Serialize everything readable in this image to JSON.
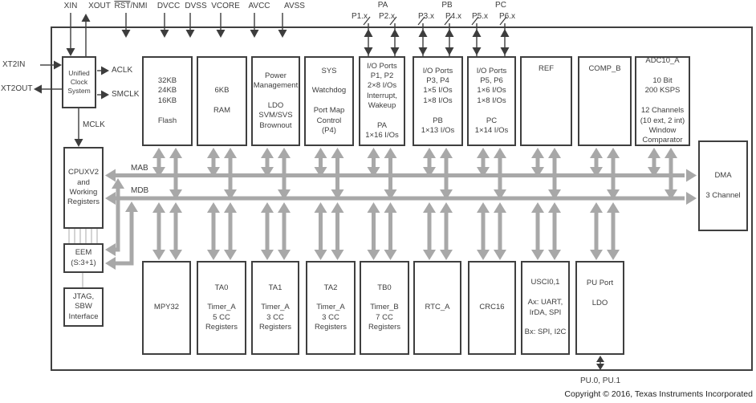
{
  "pins": {
    "xin": "XIN",
    "xout": "XOUT",
    "rst": "RST",
    "nmi": "/NMI",
    "dvcc": "DVCC",
    "dvss": "DVSS",
    "vcore": "VCORE",
    "avcc": "AVCC",
    "avss": "AVSS",
    "pa": "PA",
    "pb": "PB",
    "pc": "PC",
    "p1": "P1.x",
    "p2": "P2.x",
    "p3": "P3.x",
    "p4": "P4.x",
    "p5": "P5.x",
    "p6": "P6.x",
    "pu": "PU.0, PU.1"
  },
  "clock_signals": {
    "xt2in": "XT2IN",
    "xt2out": "XT2OUT",
    "aclk": "ACLK",
    "smclk": "SMCLK",
    "mclk": "MCLK"
  },
  "buses": {
    "mab": "MAB",
    "mdb": "MDB"
  },
  "blocks": {
    "clock": "Unified\nClock\nSystem",
    "cpu": "CPUXV2\nand\nWorking\nRegisters",
    "eem": "EEM\n(S:3+1)",
    "jtag": "JTAG,\nSBW\nInterface",
    "flash": "32KB\n24KB\n16KB\n\nFlash",
    "ram": "6KB\n\nRAM",
    "power": "Power\nManagement\n\nLDO\nSVM/SVS\nBrownout",
    "sys": "SYS\n\nWatchdog\n\nPort Map\nControl\n(P4)",
    "io12": "I/O Ports\nP1, P2\n2×8 I/Os\nInterrupt,\nWakeup\n\nPA\n1×16 I/Os",
    "io34": "I/O Ports\nP3, P4\n1×5 I/Os\n1×8 I/Os\n\nPB\n1×13 I/Os",
    "io56": "I/O Ports\nP5, P6\n1×6 I/Os\n1×8 I/Os\n\nPC\n1×14 I/Os",
    "ref": "REF",
    "comp": "COMP_B",
    "adc": "ADC10_A\n\n10 Bit\n200 KSPS\n\n12 Channels\n(10 ext, 2 int)\nWindow\nComparator",
    "dma": "DMA\n\n3 Channel",
    "mpy": "MPY32",
    "ta0": "TA0\n\nTimer_A\n5 CC\nRegisters",
    "ta1": "TA1\n\nTimer_A\n3 CC\nRegisters",
    "ta2": "TA2\n\nTimer_A\n3 CC\nRegisters",
    "tb0": "TB0\n\nTimer_B\n7 CC\nRegisters",
    "rtc": "RTC_A",
    "crc": "CRC16",
    "usci": "USCI0,1\n\nAx: UART,\nIrDA, SPI\n\nBx: SPI, I2C",
    "pu_port": "PU Port\n\nLDO"
  },
  "footer": {
    "copyright": "Copyright © 2016, Texas Instruments Incorporated"
  },
  "colors": {
    "bus_gray": "#a8a8a8",
    "thin_gray": "#b8b8b8",
    "line_dark": "#3d3d3d",
    "block_border": "#3f3f3f",
    "background": "#ffffff"
  }
}
